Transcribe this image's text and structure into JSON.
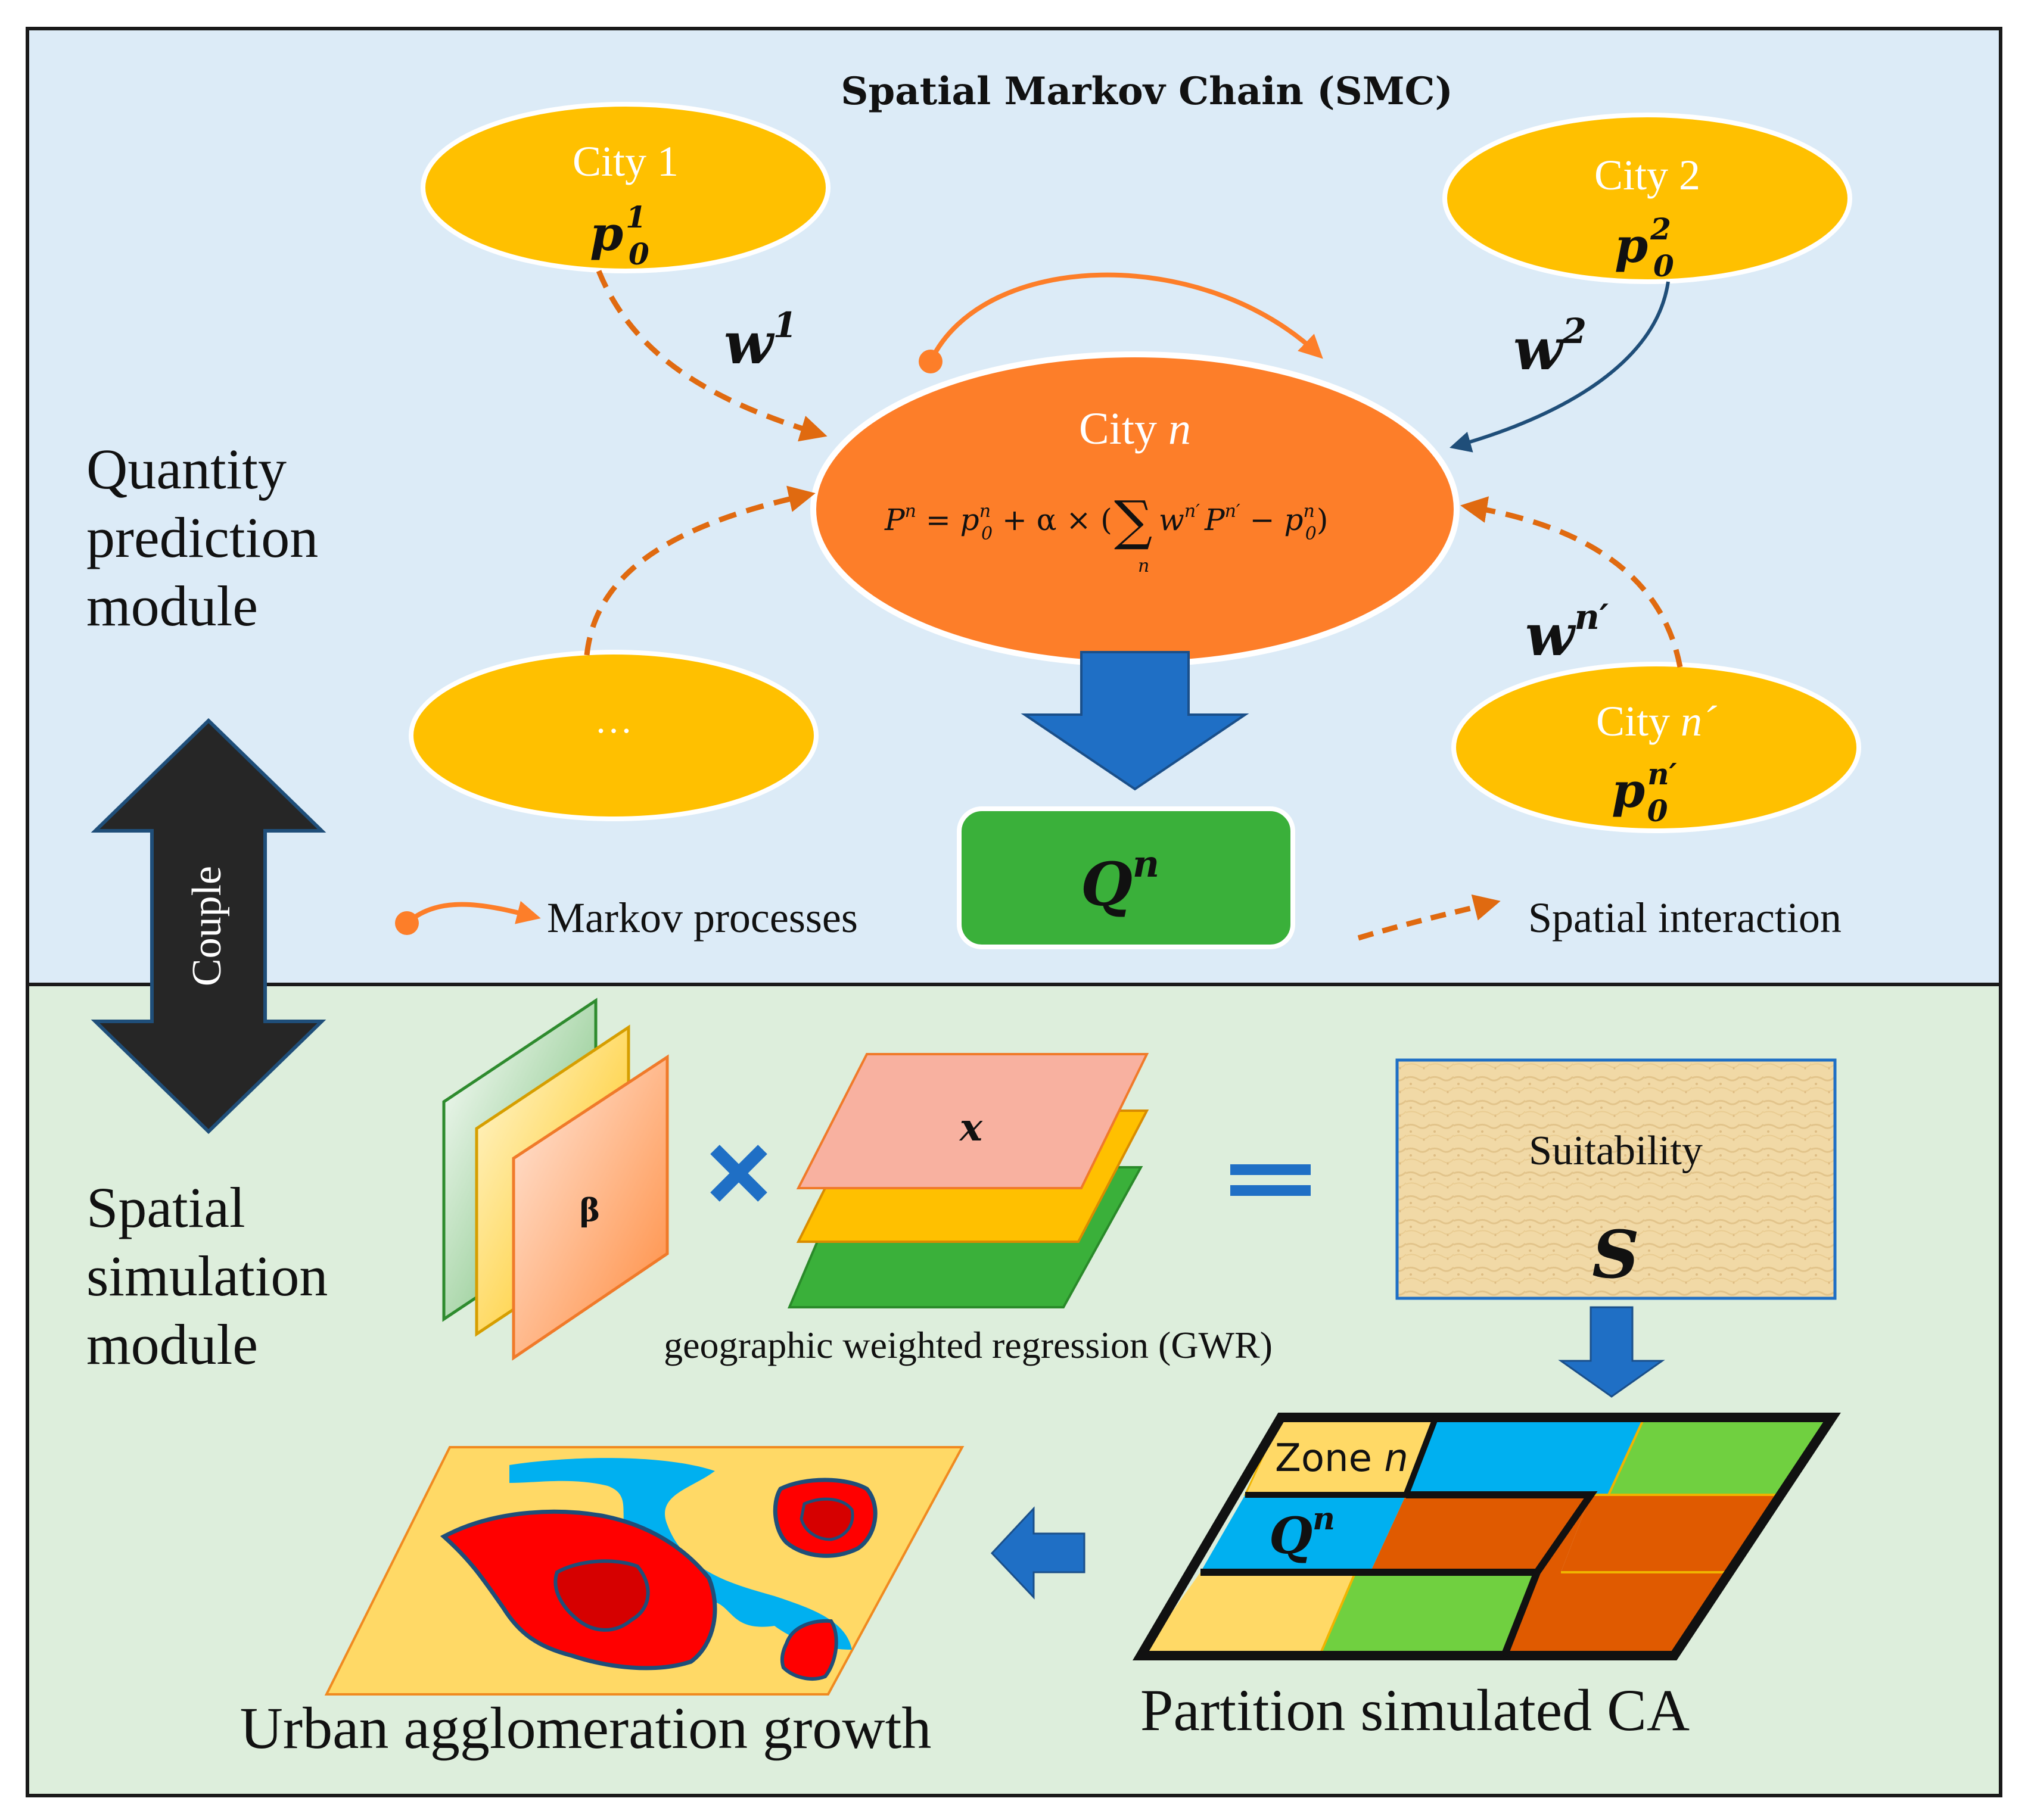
{
  "title": "Spatial Markov Chain (SMC)",
  "modules": {
    "quantity": [
      "Quantity",
      "prediction",
      "module"
    ],
    "spatial": [
      "Spatial",
      "simulation",
      "module"
    ],
    "couple_label": "Couple"
  },
  "cities": {
    "city1": {
      "name": "City 1",
      "p_base": "p",
      "p_sub": "0",
      "p_sup": "1"
    },
    "city2": {
      "name": "City 2",
      "p_base": "p",
      "p_sub": "0",
      "p_sup": "2"
    },
    "cityn": {
      "name_prefix": "City ",
      "name_var": "n"
    },
    "citynp": {
      "name_prefix": "City ",
      "name_var": "n´",
      "p_base": "p",
      "p_sub": "0",
      "p_sup": "n′"
    },
    "dots": "…"
  },
  "formula": {
    "lhs": "P",
    "lhs_sup": "n",
    "eq": " = ",
    "p0": "p",
    "p0_sub": "0",
    "p0_sup": "n",
    "plus_alpha": " + α × (",
    "sigma": "∑",
    "sigma_sub": "n",
    "w": "w",
    "w_sup": "n′",
    "Pp": "P",
    "Pp_sup": "n′",
    "minus": " − ",
    "p0b": "p",
    "p0b_sub": "0",
    "p0b_sup": "n",
    "close": ")"
  },
  "weights": {
    "w1": {
      "base": "w",
      "sup": "1"
    },
    "w2": {
      "base": "w",
      "sup": "2"
    },
    "wn": {
      "base": "w",
      "sup": "n′"
    }
  },
  "output": {
    "base": "Q",
    "sup": "n"
  },
  "legend": {
    "markov": "Markov processes",
    "spatial": "Spatial interaction"
  },
  "gwr": {
    "beta": "β",
    "x": "x",
    "caption": "geographic weighted regression (GWR)"
  },
  "suitability": {
    "label": "Suitability",
    "symbol": "S"
  },
  "ca": {
    "zone_prefix": "Zone ",
    "zone_var": "n",
    "q_base": "Q",
    "q_sup": "n",
    "caption": "Partition simulated CA"
  },
  "urban": {
    "caption": "Urban agglomeration growth"
  },
  "colors": {
    "top_bg": "#dcebf7",
    "bottom_bg": "#ddeedc",
    "yellow": "#ffc000",
    "orange": "#fd7e29",
    "dark_orange": "#e05a00",
    "green": "#3ab03a",
    "blue_arrow": "#1f6fc5",
    "navy": "#1f4e79",
    "red": "#ff0000",
    "water": "#00b0f0",
    "black": "#222222"
  }
}
